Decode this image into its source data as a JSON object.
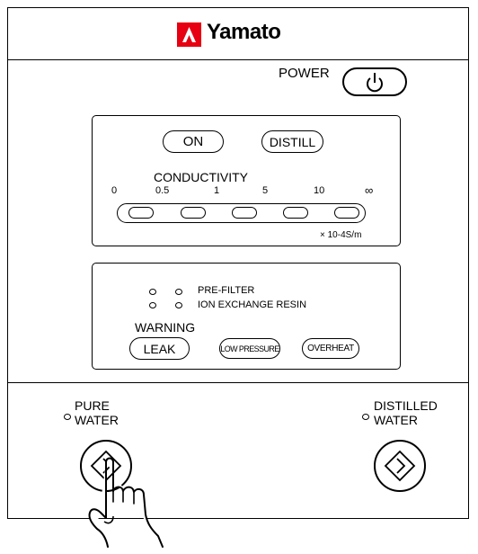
{
  "header": {
    "brand": "Yamato",
    "logo_icon": "yamato-logo-icon"
  },
  "power": {
    "label": "POWER",
    "icon": "power-icon"
  },
  "mode": {
    "on_label": "ON",
    "distill_label": "DISTILL"
  },
  "conductivity": {
    "title": "CONDUCTIVITY",
    "scale": [
      "0",
      "0.5",
      "1",
      "5",
      "10",
      "∞"
    ],
    "unit": "× 10-4S/m"
  },
  "status": {
    "prefilter_label": "PRE-FILTER",
    "resin_label": "ION EXCHANGE RESIN",
    "warning_label": "WARNING",
    "leak_label": "LEAK",
    "low_pressure_label": "LOW PRESSURE",
    "overheat_label": "OVERHEAT"
  },
  "outputs": {
    "pure_line1": "PURE",
    "pure_line2": "WATER",
    "distilled_line1": "DISTILLED",
    "distilled_line2": "WATER",
    "start_icon": "diamond-arrow-icon"
  },
  "colors": {
    "logo": "#e60012",
    "ink": "#000000"
  }
}
